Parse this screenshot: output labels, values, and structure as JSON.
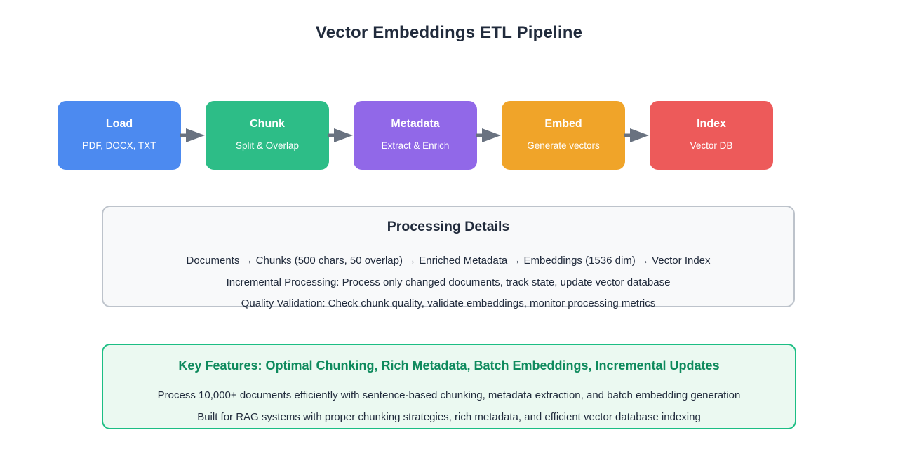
{
  "page": {
    "title": "Vector Embeddings ETL Pipeline",
    "title_color": "#212B3C",
    "background_color": "#FFFFFF"
  },
  "pipeline": {
    "arrow_color": "#697280",
    "stages": [
      {
        "title": "Load",
        "subtitle": "PDF, DOCX, TXT",
        "color": "#4C8AF0"
      },
      {
        "title": "Chunk",
        "subtitle": "Split & Overlap",
        "color": "#2DBD87"
      },
      {
        "title": "Metadata",
        "subtitle": "Extract & Enrich",
        "color": "#9168E8"
      },
      {
        "title": "Embed",
        "subtitle": "Generate vectors",
        "color": "#F0A429"
      },
      {
        "title": "Index",
        "subtitle": "Vector DB",
        "color": "#ED5A5A"
      }
    ]
  },
  "processing": {
    "heading": "Processing Details",
    "heading_color": "#212B3C",
    "bg_color": "#F8F9FA",
    "border_color": "#BDC3CB",
    "lines": [
      "Documents → Chunks (500 chars, 50 overlap) → Enriched Metadata → Embeddings (1536 dim) → Vector Index",
      "Incremental Processing: Process only changed documents, track state, update vector database",
      "Quality Validation: Check chunk quality, validate embeddings, monitor processing metrics"
    ]
  },
  "key_features": {
    "heading": "Key Features: Optimal Chunking, Rich Metadata, Batch Embeddings, Incremental Updates",
    "heading_color": "#0E8A5D",
    "bg_color": "#EBF9F1",
    "border_color": "#1CBE84",
    "lines": [
      "Process 10,000+ documents efficiently with sentence-based chunking, metadata extraction, and batch embedding generation",
      "Built for RAG systems with proper chunking strategies, rich metadata, and efficient vector database indexing"
    ]
  }
}
